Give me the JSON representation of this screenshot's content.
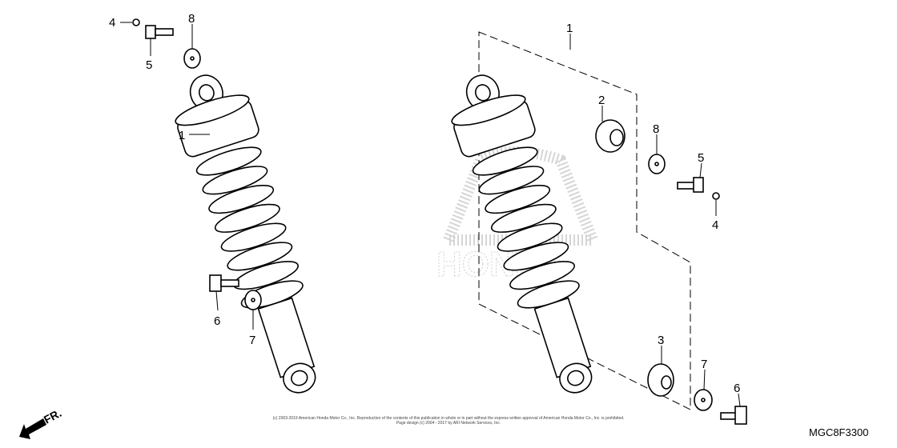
{
  "diagram": {
    "callouts_left": [
      "4",
      "8",
      "5",
      "1",
      "6",
      "7"
    ],
    "callouts_right": [
      "1",
      "2",
      "8",
      "5",
      "4",
      "3",
      "7",
      "6"
    ],
    "direction_label": "FR.",
    "logo_text": "HONDA",
    "part_code": "MGC8F3300",
    "copyright_line1": "(c) 2003-2019 American Honda Motor Co., Inc. Reproduction of the contents of this publication in whole or in part without the express written approval of American Honda Motor Co., Inc. is prohibited.",
    "copyright_line2": "Page design (c) 2004 - 2017 by ARI Network Services, Inc."
  }
}
